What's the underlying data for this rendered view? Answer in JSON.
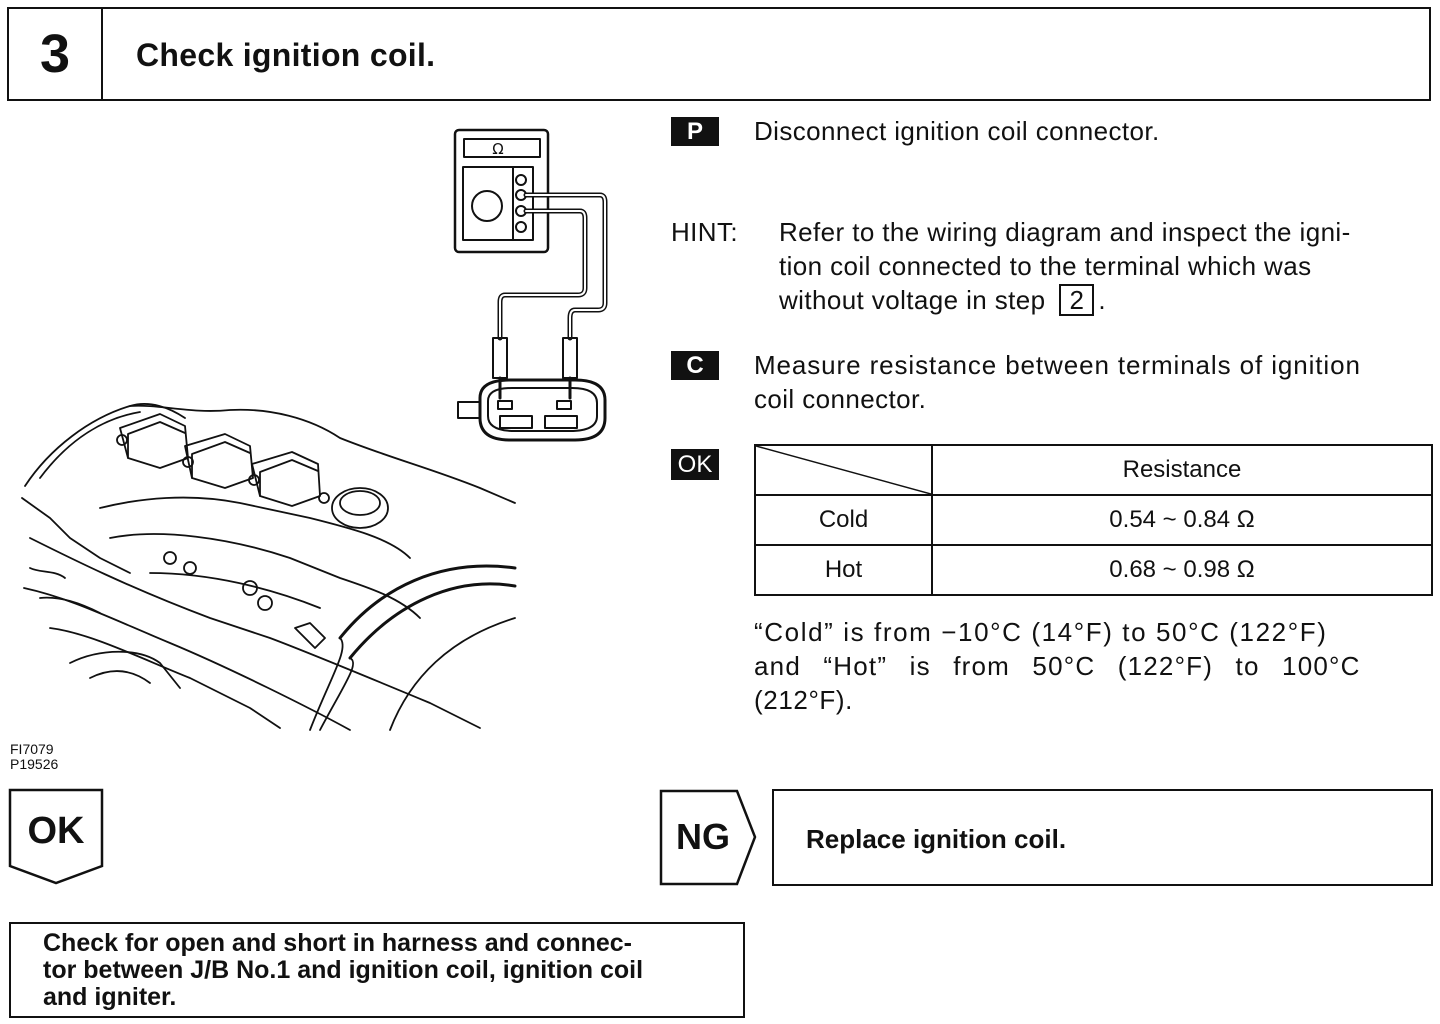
{
  "step": {
    "number": "3",
    "title": "Check ignition coil."
  },
  "instructions": {
    "prep": {
      "badge": "P",
      "text": "Disconnect ignition coil connector."
    },
    "hint": {
      "label": "HINT:",
      "lines": [
        "Refer to the wiring diagram and inspect the igni-",
        "tion coil connected to the terminal which was"
      ],
      "line3_text": "without voltage in step",
      "step_ref": "2",
      "line3_end": "."
    },
    "check": {
      "badge": "C",
      "lines": [
        "Measure resistance between terminals of ignition",
        "coil connector."
      ]
    }
  },
  "spec": {
    "badge": "OK",
    "column_header": "Resistance",
    "rows": [
      {
        "condition": "Cold",
        "value": "0.54 ~ 0.84 Ω"
      },
      {
        "condition": "Hot",
        "value": "0.68 ~ 0.98 Ω"
      }
    ],
    "note_lines": [
      "“Cold” is from −10°C (14°F) to 50°C (122°F)",
      "and “Hot” is from 50°C (122°F) to 100°C",
      "(212°F)."
    ]
  },
  "figure": {
    "codes": [
      "FI7079",
      "P19526"
    ],
    "meter_symbol": "Ω"
  },
  "results": {
    "ok_label": "OK",
    "ng_label": "NG",
    "ng_action": "Replace ignition coil.",
    "ok_action_lines": [
      "Check for open and short in harness and connec-",
      "tor between J/B No.1 and ignition coil, ignition coil",
      "and igniter."
    ]
  }
}
